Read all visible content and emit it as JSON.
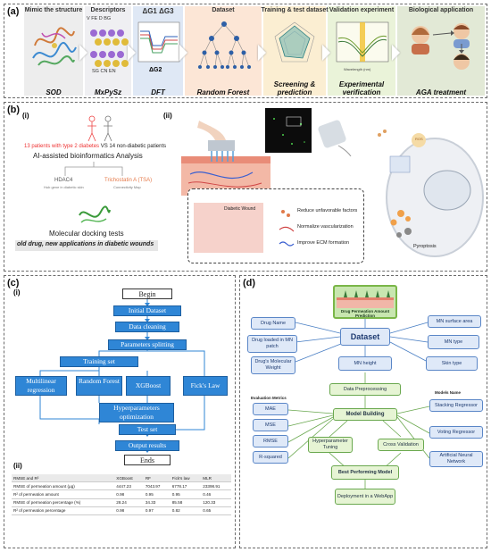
{
  "panel_a": {
    "label": "(a)",
    "stages": [
      {
        "top": "Mimic the structure",
        "bottom": "SOD"
      },
      {
        "top": "Descriptors",
        "bottom": "MxPySz"
      },
      {
        "top": "ΔG1  ΔG3",
        "bottom": "DFT"
      },
      {
        "top": "Dataset",
        "bottom": "Random Forest"
      },
      {
        "top": "Training & test dataset",
        "bottom": "Screening & prediction"
      },
      {
        "top": "Validation experiment",
        "bottom": "Experimental verification"
      },
      {
        "top": "Biological application",
        "bottom": "AGA treatment"
      }
    ],
    "descriptors_top": "V  FE  D  BG",
    "descriptors_bottom": "SG  CN  EN",
    "dft_g2": "ΔG2",
    "wavelength_label": "Wavelength (nm)"
  },
  "panel_b": {
    "label": "(b)",
    "sub_i": "(i)",
    "sub_ii": "(ii)",
    "patients_highlight": "13 patients with type 2 diabetes",
    "patients_rest": " VS 14 non-diabetic patients",
    "analysis": "AI-assisted bioinformatics Analysis",
    "hdac4": "HDAC4",
    "hdac4_sub": "Hub gene in diabetic skin",
    "tsa": "Trichostatin A (TSA)",
    "tsa_sub": "Connectivity Map",
    "docking": "Molecular docking tests",
    "tagline": "old drug, new applications in diabetic wounds",
    "diabetic_wound": "Diabetic Wound",
    "effects": [
      "Reduce unfavorable factors",
      "Normalize vascularization",
      "Improve ECM formation"
    ],
    "pyroptosis": "Pyroptosis",
    "ros": "ROS"
  },
  "panel_c": {
    "label": "(c)",
    "sub_i": "(i)",
    "sub_ii": "(ii)",
    "flow": {
      "begin": "Begin",
      "initial": "Initial Dataset",
      "cleaning": "Data cleaning",
      "params": "Parameters splitting",
      "training": "Training set",
      "multilinear": "Multilinear regression",
      "rf": "Random Forest",
      "xgboost": "XGBoost",
      "fick": "Fick's Law",
      "hyper": "Hyperparameters optimization",
      "test": "Test set",
      "output": "Output results",
      "ends": "Ends"
    },
    "table": {
      "headers": [
        "RMSE and R²",
        "XGBoost",
        "RF",
        "Fick's law",
        "MLR"
      ],
      "rows": [
        [
          "RMSE of permeation amount (μg)",
          "4447.23",
          "7043.97",
          "6778.17",
          "23398.91"
        ],
        [
          "R² of permeation amount",
          "0.98",
          "0.95",
          "0.95",
          "0.46"
        ],
        [
          "RMSE of permeation percentage (%)",
          "28.24",
          "34.33",
          "85.58",
          "120.33"
        ],
        [
          "R² of permeation percentage",
          "0.98",
          "0.97",
          "0.82",
          "0.65"
        ]
      ]
    }
  },
  "panel_d": {
    "label": "(d)",
    "header": "Drug Permeation Amount Prediction",
    "dataset": "Dataset",
    "features": [
      "Drug Name",
      "Drug loaded in MN patch",
      "Drug's Molecular Weight",
      "MN height",
      "MN surface area",
      "MN type",
      "Skin type"
    ],
    "preprocessing": "Data Preprocessing",
    "model_building": "Model Building",
    "metrics_title": "Evaluation Metrics",
    "metrics": [
      "MAE",
      "MSE",
      "RMSE",
      "R-squared"
    ],
    "models_title": "Models Name",
    "models": [
      "Stacking Regressor",
      "Voting Regressor",
      "Artificial Neural Network"
    ],
    "hyper": "Hyperparameter Tuning",
    "cv": "Cross Validation",
    "best": "Best Performing Model",
    "deploy": "Deployment in a WebApp"
  }
}
